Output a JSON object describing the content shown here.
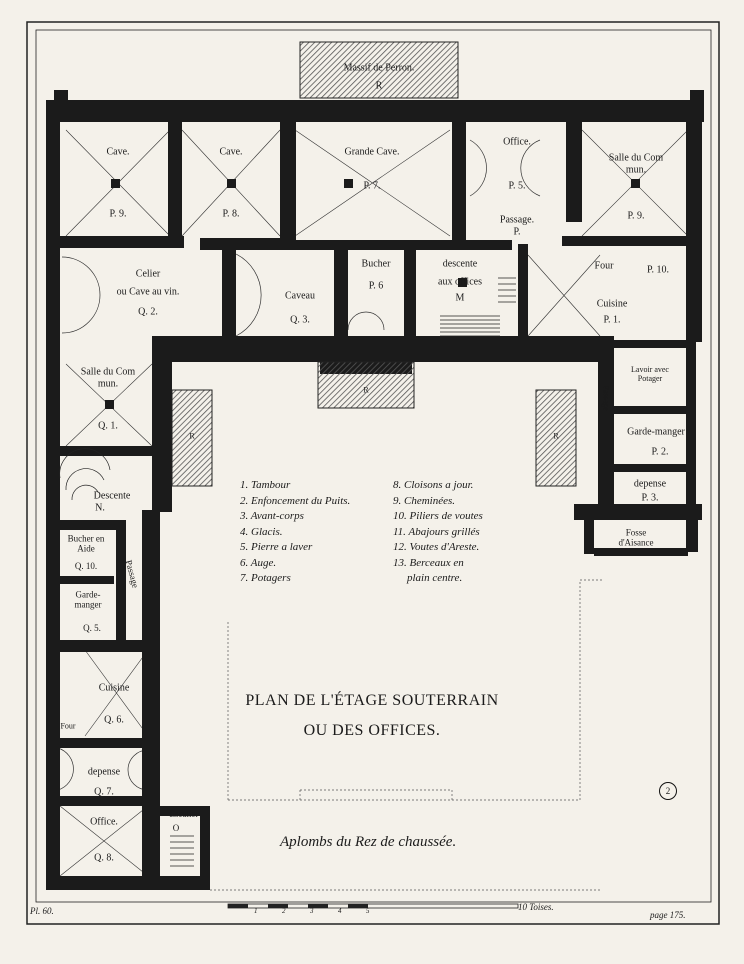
{
  "plate": {
    "title_line1": "PLAN DE L'ÉTAGE SOUTERRAIN",
    "title_line2": "OU DES OFFICES.",
    "subtitle": "Aplombs du Rez de chaussée.",
    "plate_number": "Pl. 60.",
    "page_number": "page 175.",
    "plan_marker": "2",
    "scale_label": "10 Toises.",
    "scale_numbers": [
      "1",
      "2",
      "3",
      "4",
      "5"
    ]
  },
  "legend": {
    "left": [
      "1. Tambour",
      "2. Enfoncement du Puits.",
      "3. Avant-corps",
      "4. Glacis.",
      "5. Pierre a laver",
      "6. Auge.",
      "7. Potagers"
    ],
    "right": [
      "8. Cloisons a jour.",
      "9. Cheminées.",
      "10. Piliers de voutes",
      "11. Abajours grillés",
      "12. Voutes d'Areste.",
      "13. Berceaux en",
      "plain centre."
    ]
  },
  "rooms": {
    "massif": "Massif de Perron.",
    "massif_code": "R",
    "cave1": "Cave.",
    "cave1_code": "P. 9.",
    "cave2": "Cave.",
    "cave2_code": "P. 8.",
    "grande_cave": "Grande Cave.",
    "grande_cave_code": "P. 7.",
    "office_top": "Office.",
    "office_top_code": "P. 5.",
    "salle_top": "Salle du Com mun.",
    "salle_top_code": "P. 9.",
    "passage_top": "Passage.",
    "passage_top_code": "P.",
    "celier_line1": "Celier",
    "celier_line2": "ou Cave au vin.",
    "celier_code": "Q. 2.",
    "caveau": "Caveau",
    "caveau_code": "Q. 3.",
    "bucher_top": "Bucher",
    "bucher_top_code": "P. 6",
    "descente_offices_line1": "descente",
    "descente_offices_line2": "aux offices",
    "descente_offices_code": "M",
    "four_top": "Four",
    "four_top_code": "P. 10.",
    "cuisine_top": "Cuisine",
    "cuisine_top_code": "P. 1.",
    "salle_left": "Salle du Com mun.",
    "salle_left_code": "Q. 1.",
    "lavoir": "Lavoir avec Potager",
    "passage_right": "Passage",
    "garde_manger_right": "Garde-manger",
    "garde_manger_right_code": "P. 2.",
    "depense_right": "depense",
    "depense_right_code": "P. 3.",
    "fosse": "Fosse d'Aisance",
    "descente_left": "Descente",
    "descente_left_code": "N.",
    "bucher_left": "Bucher en Aide",
    "bucher_left_code": "Q. 10.",
    "passage_left": "Passage",
    "garde_manger_left": "Garde-manger",
    "garde_manger_left_code": "Q. 5.",
    "cuisine_left": "Cuisine",
    "cuisine_left_code": "Q. 6.",
    "four_left": "Four",
    "depense_left": "depense",
    "depense_left_code": "Q. 7.",
    "escalier": "Escalier",
    "escalier_code": "O",
    "office_left": "Office.",
    "office_left_code": "Q. 8.",
    "court_avantcorps": "R"
  },
  "colors": {
    "ink": "#1b1b1b",
    "paper": "#f4f1ea",
    "hatch": "#555555"
  }
}
